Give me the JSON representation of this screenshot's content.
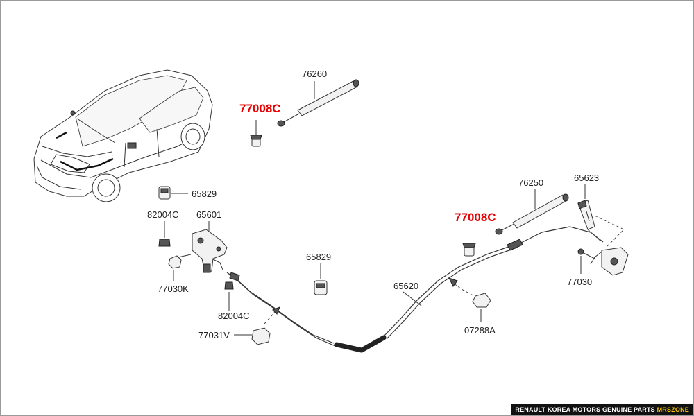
{
  "diagram": {
    "labels": {
      "p76260": "76260",
      "p77008c_top": "77008C",
      "p65829_left": "65829",
      "p82004c_left": "82004C",
      "p65601": "65601",
      "p77030k": "77030K",
      "p65829_mid": "65829",
      "p82004c_mid": "82004C",
      "p77031v": "77031V",
      "p65620": "65620",
      "p07288a": "07288A",
      "p76250": "76250",
      "p65623": "65623",
      "p77008c_right": "77008C",
      "p77030": "77030"
    },
    "highlight_color": "#e60000"
  },
  "footer": {
    "text": "RENAULT KOREA MOTORS GENUINE PARTS ",
    "brand": "MRSZONE"
  }
}
